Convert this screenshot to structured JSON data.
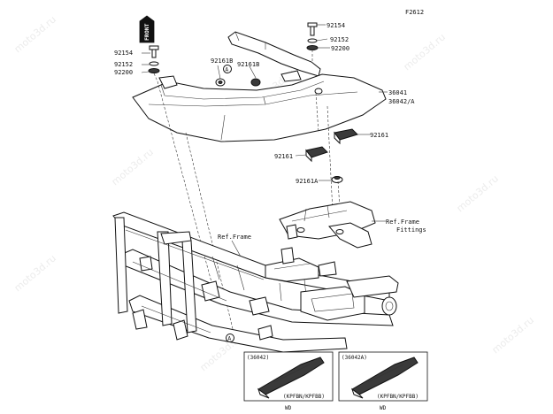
{
  "figure_code": "F2612",
  "front_label": "FRONT",
  "watermark": "moto3d.ru",
  "circle_ref": "A",
  "labels": {
    "p92154_top": "92154",
    "p92152_top": "92152",
    "p92200_top": "92200",
    "p92154_left": "92154",
    "p92152_left": "92152",
    "p92200_left": "92200",
    "p92161B_a": "92161B",
    "p92161B_b": "92161B",
    "p36041": "36041",
    "p36042A": "36042/A",
    "p92161_right": "92161",
    "p92161_left": "92161",
    "p92161A": "92161A",
    "ref_frame_fittings_1": "Ref.Frame",
    "ref_frame_fittings_2": "Fittings",
    "ref_frame": "Ref.Frame"
  },
  "insets": [
    {
      "part": "(36042)",
      "variant": "(KPFBN/KPFBB)",
      "code": "WD"
    },
    {
      "part": "(36042A)",
      "variant": "(KPFBN/KPFBB)",
      "code": "WD"
    }
  ]
}
